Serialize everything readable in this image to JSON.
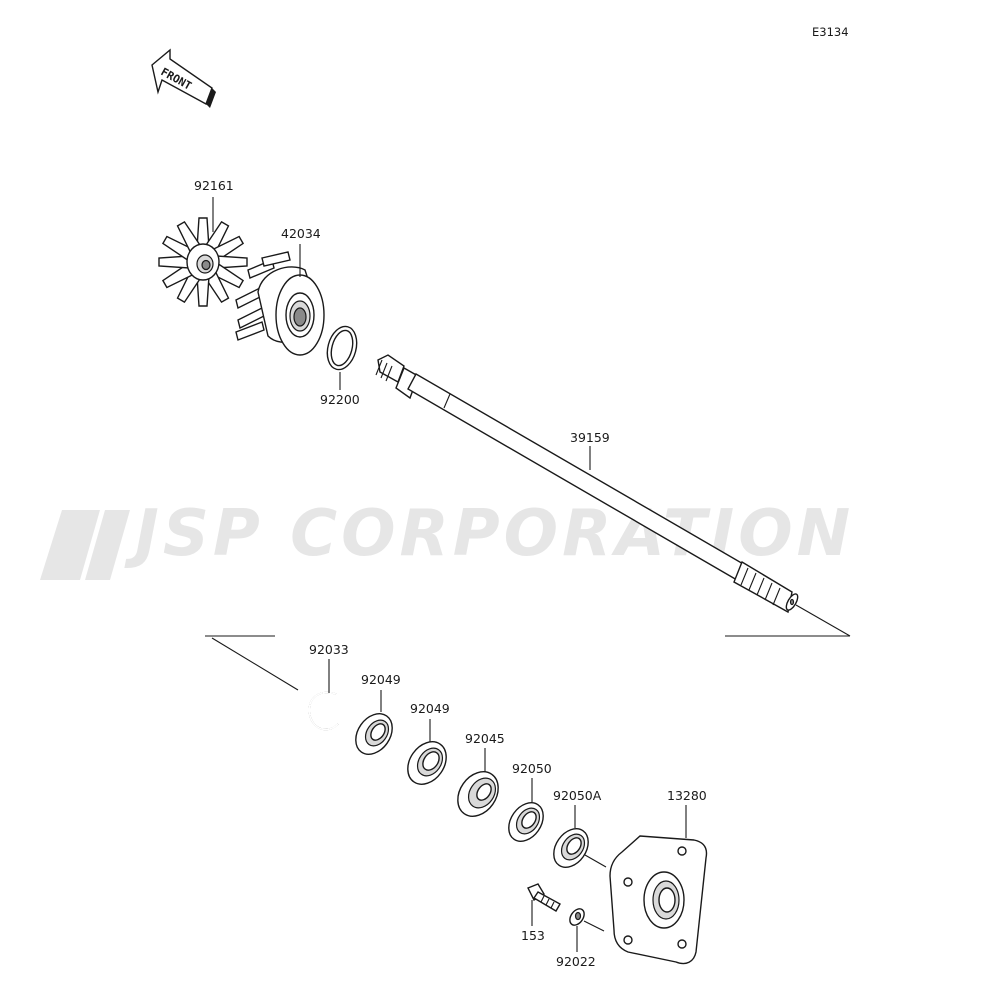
{
  "diagram_id": "E3134",
  "front_label": "FRONT",
  "watermark": "JSP CORPORATION",
  "parts": {
    "impeller_vane": "92161",
    "impeller": "42034",
    "washer": "92200",
    "drive_shaft": "39159",
    "circlip": "92033",
    "oil_seal_1": "92049",
    "oil_seal_2": "92049",
    "ball_bearing": "92045",
    "oil_seal_3": "92050",
    "oil_seal_4": "92050A",
    "bearing_housing": "13280",
    "bolt": "153",
    "washer_small": "92022"
  }
}
